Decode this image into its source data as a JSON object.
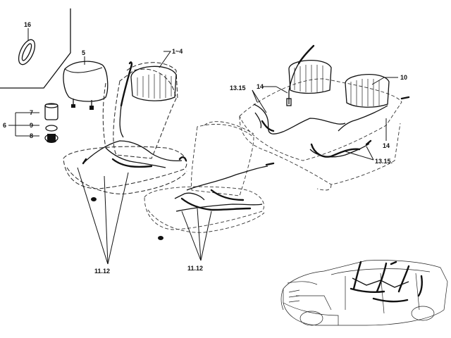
{
  "labels": {
    "l16": "16",
    "l5": "5",
    "l1_4": "1~4",
    "l7": "7",
    "l6": "6",
    "l9": "9",
    "l8": "8",
    "l13_15_top": "13.15",
    "l14_top": "14",
    "l10": "10",
    "l14_right": "14",
    "l13_15_right": "13.15.",
    "l11_12_left": "11.12",
    "l11_12_mid": "11.12"
  },
  "colors": {
    "ink": "#111111",
    "paper": "#ffffff"
  }
}
